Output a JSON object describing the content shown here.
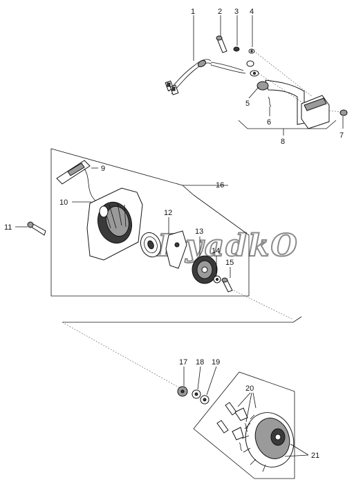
{
  "callouts": {
    "c1": "1",
    "c2": "2",
    "c3": "3",
    "c4": "4",
    "c5": "5",
    "c6": "6",
    "c7": "7",
    "c8": "8",
    "c9": "9",
    "c10": "10",
    "c11": "11",
    "c12": "12",
    "c13": "13",
    "c14": "14",
    "c15": "15",
    "c16": "16",
    "c17": "17",
    "c18": "18",
    "c19": "19",
    "c20": "20",
    "c21": "21"
  },
  "watermark": "DyadkO"
}
